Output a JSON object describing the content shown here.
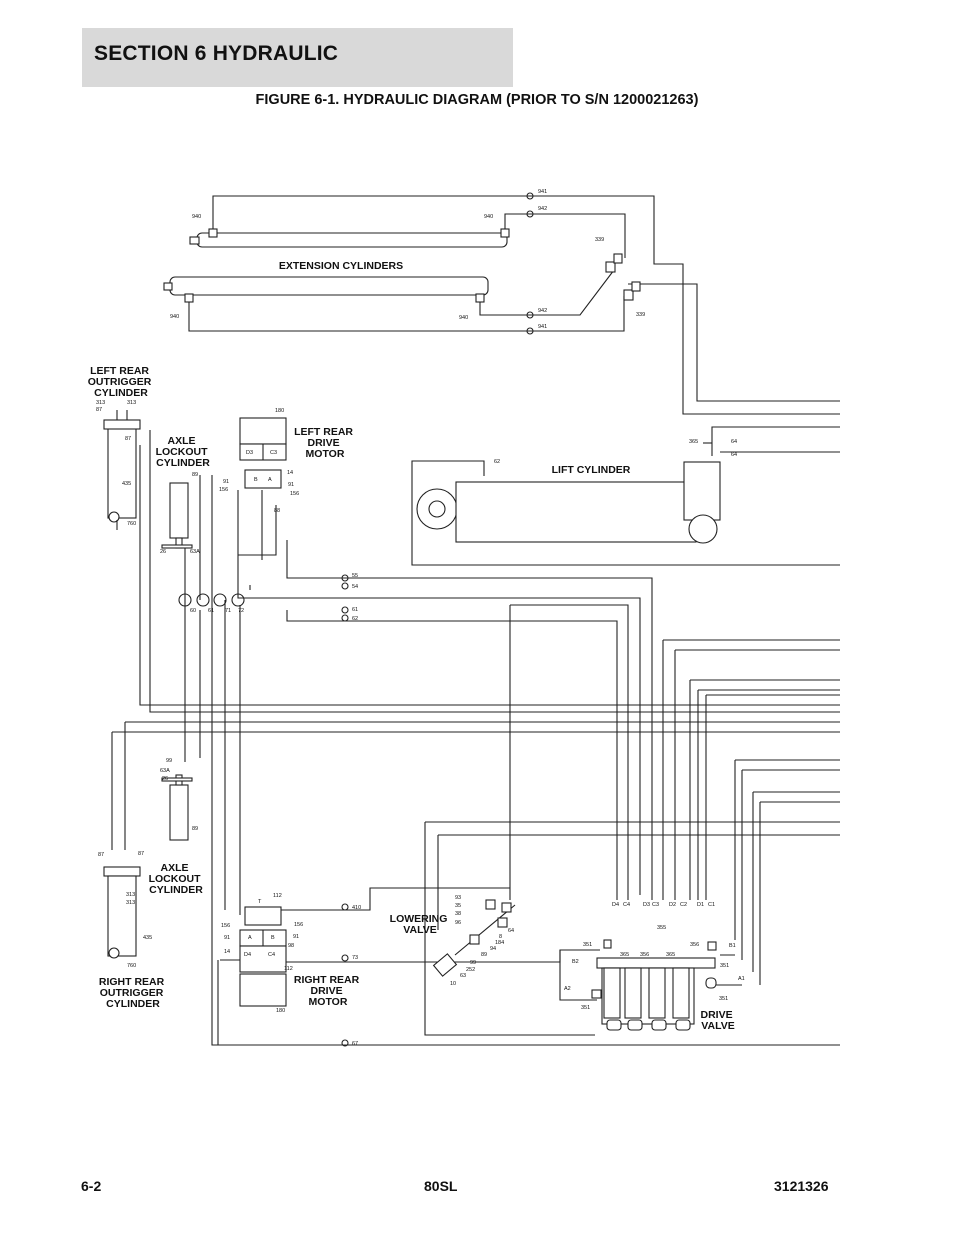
{
  "header": {
    "section_title": "SECTION 6   HYDRAULIC",
    "figure_title": "FIGURE 6-1. HYDRAULIC DIAGRAM (PRIOR TO S/N 1200021263)"
  },
  "footer": {
    "page": "6-2",
    "model": "80SL",
    "doc_number": "3121326"
  },
  "labels": {
    "extension_cylinders": "EXTENSION CYLINDERS",
    "left_rear_outrigger": [
      "LEFT REAR",
      "OUTRIGGER",
      "CYLINDER"
    ],
    "axle_lockout_top": [
      "AXLE",
      "LOCKOUT",
      "CYLINDER"
    ],
    "left_rear_drive_motor": [
      "LEFT REAR",
      "DRIVE",
      "MOTOR"
    ],
    "lift_cylinder": "LIFT CYLINDER",
    "axle_lockout_bottom": [
      "AXLE",
      "LOCKOUT",
      "CYLINDER"
    ],
    "lowering_valve": [
      "LOWERING",
      "VALVE"
    ],
    "right_rear_outrigger": [
      "RIGHT REAR",
      "OUTRIGGER",
      "CYLINDER"
    ],
    "right_rear_drive_motor": [
      "RIGHT REAR",
      "DRIVE",
      "MOTOR"
    ],
    "drive_valve": [
      "DRIVE",
      "VALVE"
    ]
  },
  "callouts": {
    "c941a": "941",
    "c942a": "942",
    "c940a": "940",
    "c940b": "940",
    "c339a": "339",
    "c940c": "940",
    "c940d": "940",
    "c942b": "942",
    "c941b": "941",
    "c339b": "339",
    "c313a": "313",
    "c313b": "313",
    "c87a": "87",
    "c87b": "87",
    "c435a": "435",
    "c760a": "760",
    "c89a": "89",
    "c26a": "26",
    "c63Aa": "63A",
    "c180a": "180",
    "cD3": "D3",
    "cC3": "C3",
    "cB": "B",
    "cA": "A",
    "c14a": "14",
    "c91a": "91",
    "c91b": "91",
    "c156a": "156",
    "c156b": "156",
    "c88a": "88",
    "c62": "62",
    "c365a": "365",
    "c64a": "64",
    "c64b": "64",
    "c55": "55",
    "c54": "54",
    "c61": "61",
    "c62b": "62",
    "c60": "60",
    "c61b": "61",
    "c71": "71",
    "c72": "72",
    "c99": "99",
    "c63Ab": "63A",
    "c26b": "26",
    "c89b": "89",
    "c87c": "87",
    "c87d": "87",
    "c313c": "313",
    "c313d": "313",
    "c435b": "435",
    "c760b": "760",
    "c112a": "112",
    "cT": "T",
    "c156c": "156",
    "c156d": "156",
    "c91c": "91",
    "c91d": "91",
    "cA2": "A",
    "cB2": "B",
    "c14b": "14",
    "c98": "98",
    "cD4": "D4",
    "cC4": "C4",
    "c112b": "112",
    "c180b": "180",
    "c410": "410",
    "c73": "73",
    "c67": "67",
    "c93": "93",
    "c35": "35",
    "c38": "38",
    "c96": "96",
    "c64c": "64",
    "c8": "8",
    "c184": "184",
    "c94": "94",
    "c89c": "89",
    "c99b": "99",
    "c252": "252",
    "c63": "63",
    "c10": "10",
    "pD4": "D4",
    "pC4": "C4",
    "pD3": "D3",
    "pC3": "C3",
    "pD2": "D2",
    "pC2": "C2",
    "pD1": "D1",
    "pC1": "C1",
    "c351a": "351",
    "c365b": "365",
    "c356a": "356",
    "c365c": "365",
    "c355": "355",
    "c356b": "356",
    "pB1": "B1",
    "c351b": "351",
    "pB2": "B2",
    "pA1": "A1",
    "pA2": "A2",
    "c351c": "351",
    "c351d": "351"
  }
}
